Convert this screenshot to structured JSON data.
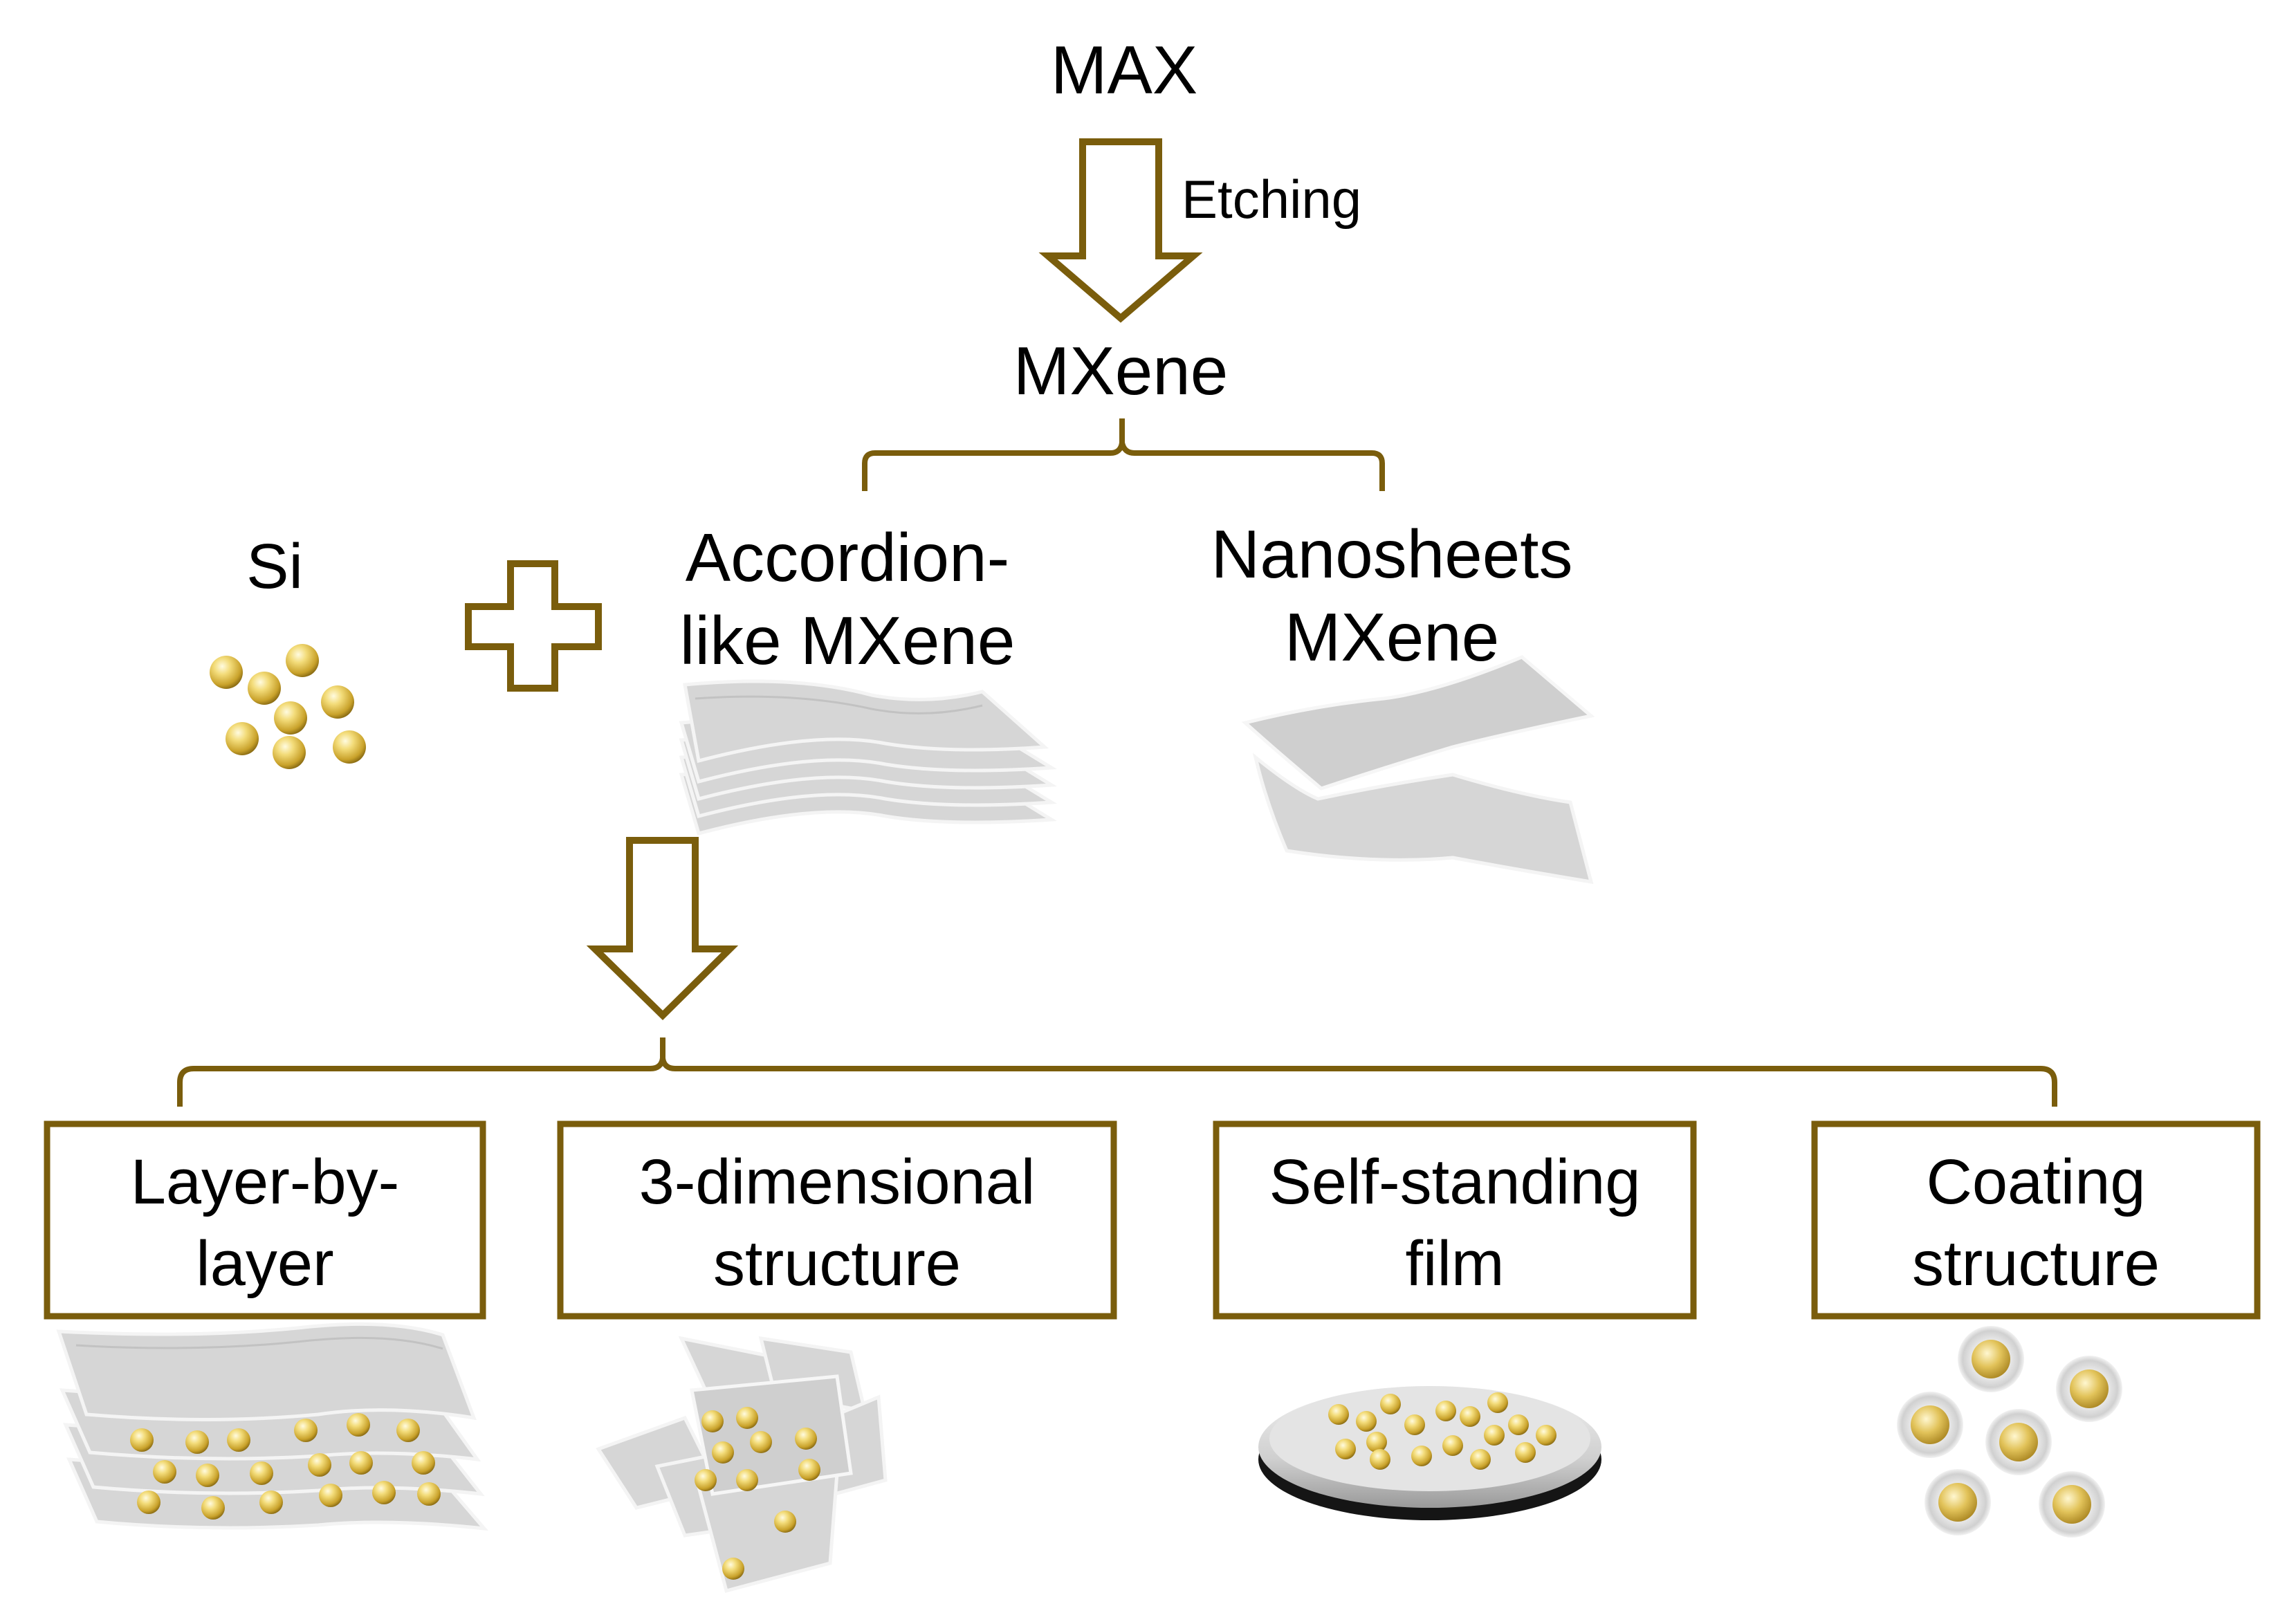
{
  "title": "MAX",
  "etching_label": "Etching",
  "mxene_label": "MXene",
  "si_label": "Si",
  "branches": {
    "accordion_line1": "Accordion-",
    "accordion_line2": "like MXene",
    "nanosheets_line1": "Nanosheets",
    "nanosheets_line2": "MXene"
  },
  "structures": [
    {
      "line1": "Layer-by-",
      "line2": "layer"
    },
    {
      "line1": "3-dimensional",
      "line2": "structure"
    },
    {
      "line1": "Self-standing",
      "line2": "film"
    },
    {
      "line1": "Coating",
      "line2": "structure"
    }
  ],
  "colors": {
    "accent": "#7a5d0c",
    "sphere": "#e8c64a",
    "sheet": "#d6d6d6"
  }
}
